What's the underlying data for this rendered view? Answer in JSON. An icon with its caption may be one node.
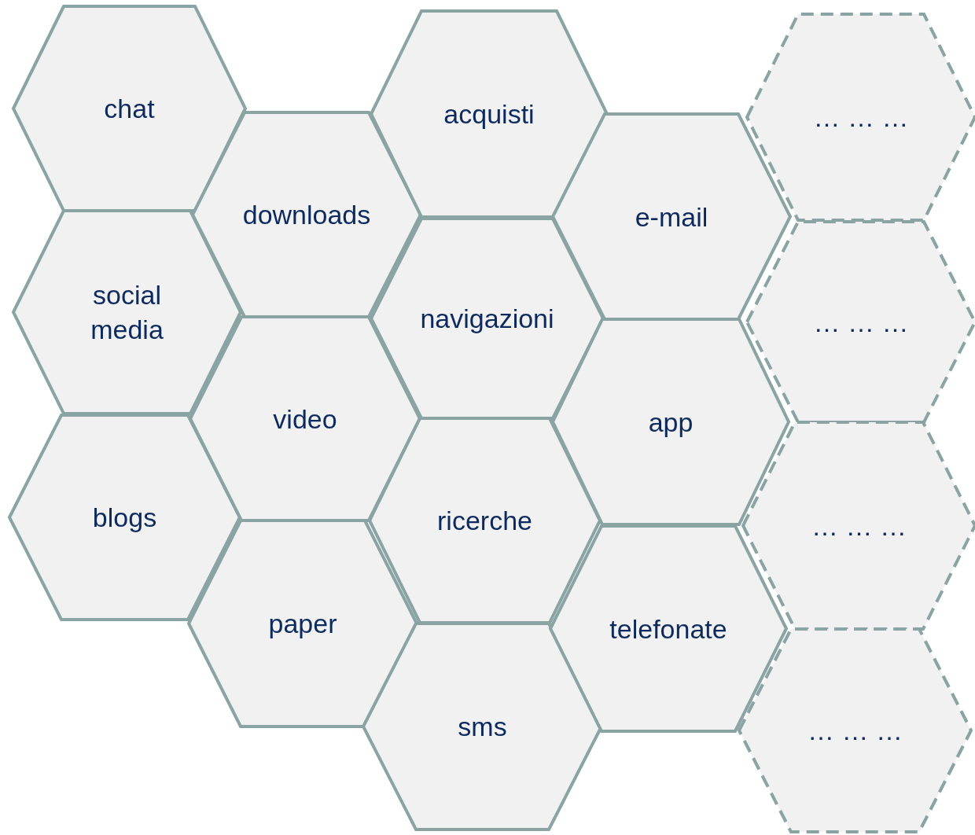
{
  "diagram": {
    "nodes": [
      {
        "text": [
          "chat"
        ]
      },
      {
        "text": [
          "social media"
        ]
      },
      {
        "text": [
          "blogs"
        ]
      },
      {
        "text": [
          "downloads"
        ]
      },
      {
        "text": [
          "video"
        ]
      },
      {
        "text": [
          "paper"
        ]
      },
      {
        "text": [
          "acquisti"
        ]
      },
      {
        "text": [
          "navigazioni"
        ]
      },
      {
        "text": [
          "ricerche"
        ]
      },
      {
        "text": [
          "sms"
        ]
      },
      {
        "text": [
          "e-mail"
        ]
      },
      {
        "text": [
          "app"
        ]
      },
      {
        "text": [
          "telefonate"
        ]
      },
      {
        "text": [
          "… … …"
        ]
      },
      {
        "text": [
          "… … …"
        ]
      },
      {
        "text": [
          "… … …"
        ]
      },
      {
        "text": [
          "… … …"
        ]
      }
    ]
  }
}
